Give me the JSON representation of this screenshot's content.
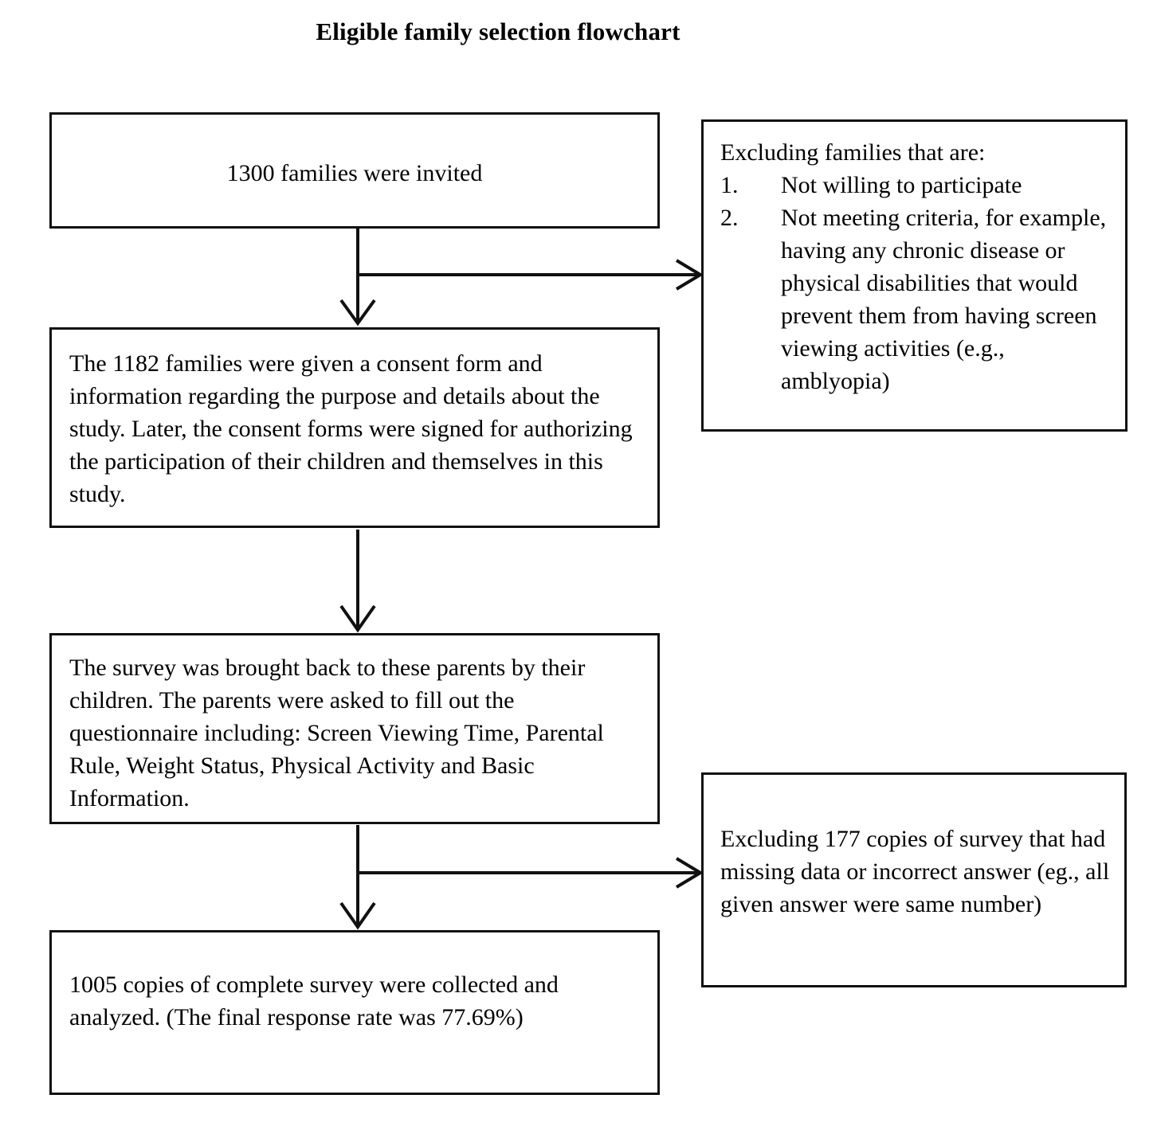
{
  "title": "Eligible family selection flowchart",
  "diagram_data": {
    "type": "flowchart",
    "orientation": "vertical-with-side-exclusions",
    "nodes": [
      {
        "id": "invited",
        "label": "1300 families were invited",
        "align": "center",
        "column": "main"
      },
      {
        "id": "consent",
        "label": "The 1182 families were given a consent form and information regarding the purpose and details about the study. Later, the consent forms were signed for authorizing the participation of their children and themselves in this study.",
        "align": "left",
        "column": "main"
      },
      {
        "id": "survey",
        "label": "The survey was brought back to these parents by their children. The parents were asked to fill out the questionnaire including: Screen Viewing Time, Parental Rule, Weight Status, Physical Activity and Basic Information.",
        "align": "left",
        "column": "main"
      },
      {
        "id": "collected",
        "label": "1005 copies of complete survey were collected and analyzed. (The final response rate was 77.69%)",
        "align": "left",
        "column": "main"
      },
      {
        "id": "exclusion1",
        "intro": "Excluding families that are:",
        "items": [
          {
            "num": "1.",
            "text": "Not willing to participate"
          },
          {
            "num": "2.",
            "text": "Not meeting criteria, for example, having any chronic disease or physical disabilities that would prevent them from having screen viewing activities (e.g., amblyopia)"
          }
        ],
        "column": "side"
      },
      {
        "id": "exclusion2",
        "label": "Excluding 177 copies of survey that had missing data or incorrect answer (eg., all given answer were same number)",
        "align": "left",
        "column": "side"
      }
    ],
    "edges": [
      {
        "from": "invited",
        "to": "consent",
        "style": "arrow-down"
      },
      {
        "from": "invited",
        "to": "exclusion1",
        "style": "arrow-right"
      },
      {
        "from": "consent",
        "to": "survey",
        "style": "arrow-down"
      },
      {
        "from": "survey",
        "to": "collected",
        "style": "arrow-down"
      },
      {
        "from": "survey",
        "to": "exclusion2",
        "style": "arrow-right"
      }
    ],
    "numbers": {
      "invited_families": 1300,
      "consented_families": 1182,
      "excluded_surveys": 177,
      "analyzed_surveys": 1005,
      "final_response_rate": "77.69%"
    },
    "colors": {
      "stroke": "#111111",
      "background": "#ffffff",
      "text": "#000000"
    }
  },
  "box1": {
    "text": "1300 families were invited"
  },
  "box2": {
    "text": "The 1182 families were given a consent form and information regarding the purpose and details about the study. Later, the consent forms were signed for authorizing the participation of their children and themselves in this study."
  },
  "box3": {
    "text": "The survey was brought back to these parents by their children. The parents were asked to fill out the questionnaire including: Screen Viewing Time, Parental Rule, Weight Status, Physical Activity and Basic Information."
  },
  "box4": {
    "text": "1005 copies of complete survey were collected and analyzed. (The final response rate was 77.69%)"
  },
  "exclusion1": {
    "intro": "Excluding families that are:",
    "item1_num": "1.",
    "item1_text": "Not willing to participate",
    "item2_num": "2.",
    "item2_text": "Not meeting criteria, for example, having any chronic disease or physical disabilities that would prevent them from having screen viewing activities (e.g., amblyopia)"
  },
  "exclusion2": {
    "text": "Excluding 177 copies of survey that had missing data or incorrect answer (eg., all given answer were same number)"
  }
}
